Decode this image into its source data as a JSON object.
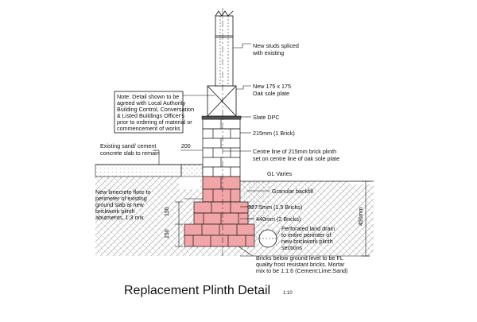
{
  "drawing": {
    "title": "Replacement Plinth Detail",
    "scale": "1:10"
  },
  "note_box": {
    "lines": [
      "Note: Detail shown to be",
      "agreed with Local Authority",
      "Building Control, Conversation",
      "& Listed Buildings Officer's",
      "prior to ordering of material or",
      "commencement of works"
    ]
  },
  "labels": {
    "new_studs": [
      "New studs spliced",
      "with existing"
    ],
    "sole_plate": [
      "New 175 x 175",
      "Oak sole plate"
    ],
    "slate_dpc": "Slate DPC",
    "brick_215": "215mm (1 Brick)",
    "centre_line": [
      "Centre line of 215mm brick plinth",
      "set on centre line of oak sole plate"
    ],
    "gl_varies": "GL Varies",
    "existing_slab": [
      "Existing sand/ cement",
      "concrete slab to remain"
    ],
    "limecrete": [
      "New limecrete floor to",
      "perimeter of existing",
      "ground slab at new",
      "brickwork plinth",
      "abutments, 1:3 mix"
    ],
    "granular_backfill": "Granular backfill",
    "brick_327": "327.5mm (1.5 Bricks)",
    "brick_440": "440mm (2 Bricks)",
    "land_drain": [
      "Perforated land drain",
      "to entire perimter of",
      "new brickwork plinth",
      "sections"
    ],
    "bricks_below": [
      "Bricks below ground level to be FL",
      "quality frost resistant bricks. Mortar",
      "mix to be 1:1:6 (Cement:Lime:Sand)"
    ]
  },
  "dimensions": {
    "d200": "200",
    "d150_upper": "150",
    "d150_lower": "150",
    "d450": "450mm"
  },
  "colors": {
    "brick_fill": "#f2a5a7",
    "line": "#111111",
    "hatch": "#9a9a9a"
  }
}
